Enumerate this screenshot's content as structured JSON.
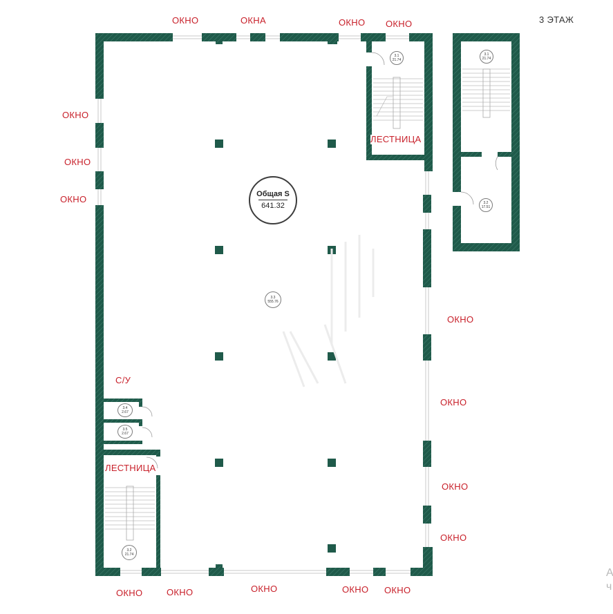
{
  "floor_label": "3 ЭТАЖ",
  "total_area": {
    "label": "Общая S",
    "value": "641.32"
  },
  "labels": {
    "window": "ОКНО",
    "windows": "ОКНА",
    "stairs": "ЛЕСТНИЦА",
    "restroom": "С/У"
  },
  "rooms": {
    "r31a": {
      "num": "3.1",
      "area": "21.74"
    },
    "r31b": {
      "num": "3.1",
      "area": "21.74"
    },
    "r32": {
      "num": "3.2",
      "area": "21.74"
    },
    "r33": {
      "num": "3.3",
      "area": "555.76"
    },
    "r34": {
      "num": "3.4",
      "area": "2.67"
    },
    "r35": {
      "num": "3.5",
      "area": "2.67"
    },
    "r36": {
      "num": "3.2",
      "area": "17.51"
    }
  },
  "watermark": "А\nч",
  "colors": {
    "wall": "#1f5a4a",
    "label": "#c8202a"
  }
}
